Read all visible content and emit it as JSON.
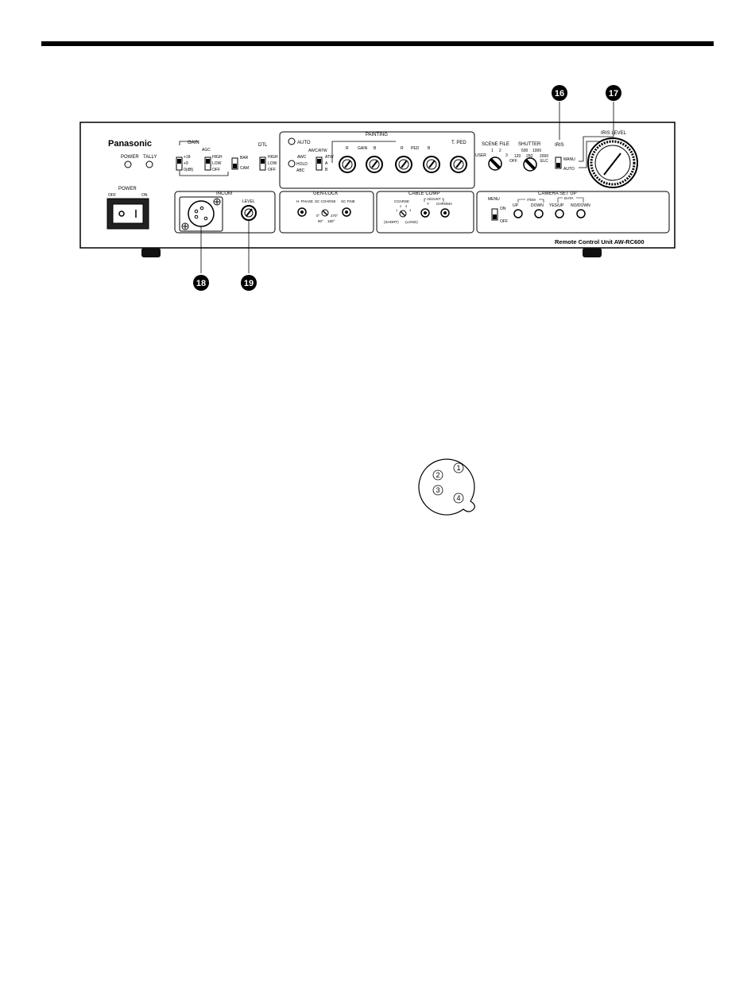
{
  "panel": {
    "brand": "Panasonic",
    "model": "Remote Control Unit  AW-RC600",
    "power_led": "POWER",
    "tally_led": "TALLY",
    "power_switch": {
      "label": "POWER",
      "off": "OFF",
      "on": "ON"
    },
    "gain": {
      "label": "GAIN",
      "agc": "AGC",
      "p18": "+18",
      "p9": "+9",
      "db0": "0(dB)",
      "high": "HIGH",
      "low": "LOW",
      "off": "OFF"
    },
    "bar_cam": {
      "bar": "BAR",
      "cam": "CAM"
    },
    "dtl": {
      "label": "DTL",
      "high": "HIGH",
      "low": "LOW",
      "off": "OFF"
    },
    "auto": "AUTO",
    "awc": {
      "awc": "AWC",
      "hold": "HOLD",
      "abc": "ABC",
      "awc_atw": "AWC/ATW",
      "atw": "ATW",
      "a": "A",
      "b": "B"
    },
    "painting": {
      "label": "PAINTING",
      "r": "R",
      "gain": "GAIN",
      "b": "B",
      "ped": "PED"
    },
    "tped": "T. PED",
    "scene_file": {
      "label": "SCENE FILE",
      "user": "USER",
      "n1": "1",
      "n2": "2",
      "n3": "3"
    },
    "shutter": {
      "label": "SHUTTER",
      "s500": "500",
      "s1000": "1000",
      "s120": "120",
      "s250": "250",
      "s2000": "2000",
      "off": "OFF",
      "elc": "ELC"
    },
    "iris": {
      "label": "IRIS",
      "manu": "MANU",
      "auto": "AUTO",
      "level": "IRIS LEVEL"
    },
    "incom": {
      "label": "INCOM",
      "level": "LEVEL"
    },
    "genlock": {
      "label": "GEN-LOCK",
      "hphase": "H. PHASE",
      "sc_coarse": "SC COARSE",
      "sc_fine": "SC FINE",
      "d0": "0°",
      "d90": "90°",
      "d180": "180°",
      "d270": "270°"
    },
    "cable_comp": {
      "label": "CABLE COMP",
      "coarse": "COARSE",
      "adjust": "ADJUST",
      "y": "Y",
      "chroma": "CHROMA",
      "c1": "1",
      "c2": "2",
      "c3": "3",
      "c4": "4",
      "short": "(SHORT)",
      "long": "(LONG)"
    },
    "camera_setup": {
      "label": "CAMERA  SET  UP",
      "menu": "MENU",
      "on": "ON",
      "off": "OFF",
      "item": "ITEM",
      "data": "DATA",
      "up": "UP",
      "down": "DOWN",
      "yes_up": "YES/UP",
      "no_down": "NO/DOWN"
    }
  },
  "callouts": [
    "16",
    "17",
    "18",
    "19"
  ],
  "connector_pins": [
    "1",
    "2",
    "3",
    "4"
  ]
}
